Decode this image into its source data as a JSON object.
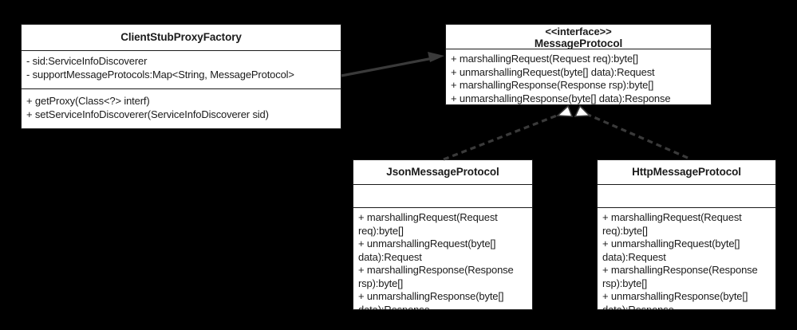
{
  "diagram": {
    "kind": "uml-class-diagram",
    "background_color": "#000000",
    "box_fill_color": "#ffffff",
    "line_color": "#333333",
    "text_color": "#1b1b1b"
  },
  "classes": {
    "client_stub_proxy_factory": {
      "name": "ClientStubProxyFactory",
      "attributes": [
        "- sid:ServiceInfoDiscoverer",
        "- supportMessageProtocols:Map<String, MessageProtocol>"
      ],
      "methods": [
        "+ getProxy(Class<?> interf)",
        "+ setServiceInfoDiscoverer(ServiceInfoDiscoverer sid)"
      ]
    },
    "message_protocol": {
      "stereotype": "<<interface>>",
      "name": "MessageProtocol",
      "attributes": [],
      "methods": [
        "+ marshallingRequest(Request req):byte[]",
        "+ unmarshallingRequest(byte[] data):Request",
        "+ marshallingResponse(Response rsp):byte[]",
        "+ unmarshallingResponse(byte[] data):Response"
      ]
    },
    "json_message_protocol": {
      "name": "JsonMessageProtocol",
      "attributes": [],
      "methods": [
        "+ marshallingRequest(Request req):byte[]",
        "+ unmarshallingRequest(byte[] data):Request",
        "+ marshallingResponse(Response rsp):byte[]",
        "+ unmarshallingResponse(byte[] data):Response"
      ]
    },
    "http_message_protocol": {
      "name": "HttpMessageProtocol",
      "attributes": [],
      "methods": [
        "+ marshallingRequest(Request req):byte[]",
        "+ unmarshallingRequest(byte[] data):Request",
        "+ marshallingResponse(Response rsp):byte[]",
        "+ unmarshallingResponse(byte[] data):Response"
      ]
    }
  },
  "relationships": [
    {
      "id": "assoc-factory-to-protocol",
      "type": "association",
      "style": "solid",
      "arrowhead": "filled-arrow",
      "from": "client_stub_proxy_factory",
      "to": "message_protocol"
    },
    {
      "id": "realize-json-to-protocol",
      "type": "realization",
      "style": "dashed",
      "arrowhead": "hollow-triangle",
      "from": "json_message_protocol",
      "to": "message_protocol"
    },
    {
      "id": "realize-http-to-protocol",
      "type": "realization",
      "style": "dashed",
      "arrowhead": "hollow-triangle",
      "from": "http_message_protocol",
      "to": "message_protocol"
    }
  ]
}
